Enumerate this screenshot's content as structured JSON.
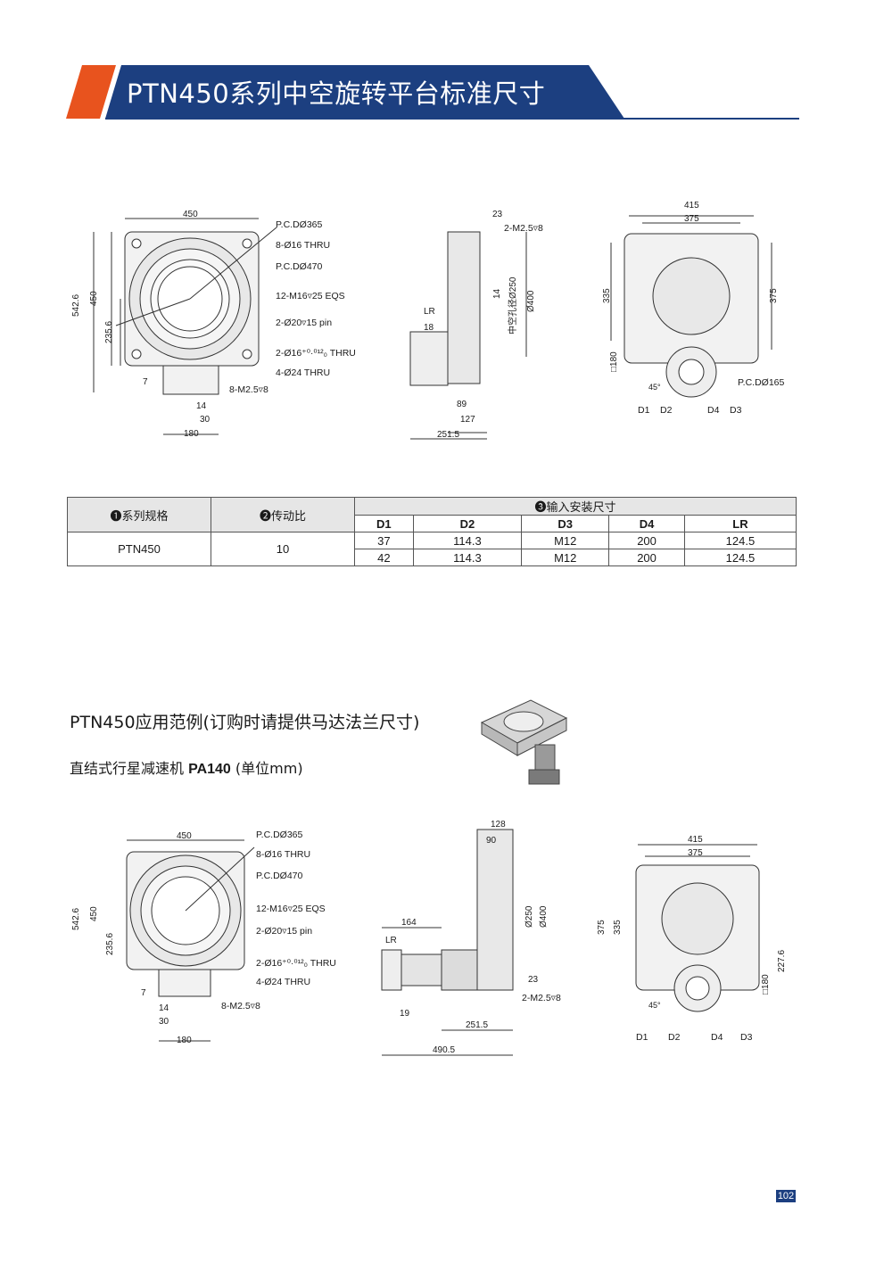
{
  "header": {
    "title": "PTN450系列中空旋转平台标准尺寸"
  },
  "colors": {
    "accent": "#e8531e",
    "brand": "#1c3f80",
    "rule": "#1c3f80"
  },
  "drawing1": {
    "front": {
      "top_width": "450",
      "height_total": "542.6",
      "height_body": "450",
      "center_height": "235.6",
      "bottom_offset": "7",
      "d14": "14",
      "d30": "30",
      "d180": "180",
      "callouts": [
        "P.C.DØ365",
        "8-Ø16 THRU",
        "P.C.DØ470",
        "12-M16▿25 EQS",
        "2-Ø20▿15 pin",
        "2-Ø16⁺⁰·⁰¹²₀ THRU",
        "4-Ø24 THRU",
        "8-M2.5▿8"
      ]
    },
    "side": {
      "d23": "23",
      "thread": "2-M2.5▿8",
      "d14": "14",
      "hollow": "中空孔径Ø250",
      "d400": "Ø400",
      "lr": "LR",
      "d18": "18",
      "d89": "89",
      "d127": "127",
      "d251": "251.5"
    },
    "top": {
      "d415": "415",
      "d375": "375",
      "d335": "335",
      "d375v": "375",
      "d180": "□180",
      "angle": "45°",
      "pcd": "P.C.DØ165",
      "labels": [
        "D1",
        "D2",
        "D4",
        "D3"
      ]
    }
  },
  "table": {
    "col1": "❶系列规格",
    "col2": "❷传动比",
    "col3": "❸输入安装尺寸",
    "sub": [
      "D1",
      "D2",
      "D3",
      "D4",
      "LR"
    ],
    "model": "PTN450",
    "ratio": "10",
    "rows": [
      [
        "37",
        "114.3",
        "M12",
        "200",
        "124.5"
      ],
      [
        "42",
        "114.3",
        "M12",
        "200",
        "124.5"
      ]
    ]
  },
  "application": {
    "title": "PTN450应用范例(订购时请提供马达法兰尺寸)",
    "subtitle_prefix": "直结式行星减速机 ",
    "subtitle_model": "PA140",
    "subtitle_suffix": " (单位mm)"
  },
  "drawing2": {
    "front": {
      "top_width": "450",
      "height_total": "542.6",
      "height_body": "450",
      "center_height": "235.6",
      "bottom_offset": "7",
      "d14": "14",
      "d30": "30",
      "d180": "180",
      "callouts": [
        "P.C.DØ365",
        "8-Ø16 THRU",
        "P.C.DØ470",
        "12-M16▿25 EQS",
        "2-Ø20▿15 pin",
        "2-Ø16⁺⁰·⁰¹²₀ THRU",
        "4-Ø24 THRU",
        "8-M2.5▿8"
      ]
    },
    "side": {
      "d128": "128",
      "d90": "90",
      "d164": "164",
      "lr": "LR",
      "d19": "19",
      "d250": "Ø250",
      "d400": "Ø400",
      "d23": "23",
      "thread": "2-M2.5▿8",
      "d251": "251.5",
      "d490": "490.5"
    },
    "top": {
      "d415": "415",
      "d375": "375",
      "d375v": "375",
      "d335": "335",
      "d227": "227.6",
      "d180": "□180",
      "angle": "45°",
      "labels": [
        "D1",
        "D2",
        "D4",
        "D3"
      ]
    }
  },
  "page_number": "102"
}
